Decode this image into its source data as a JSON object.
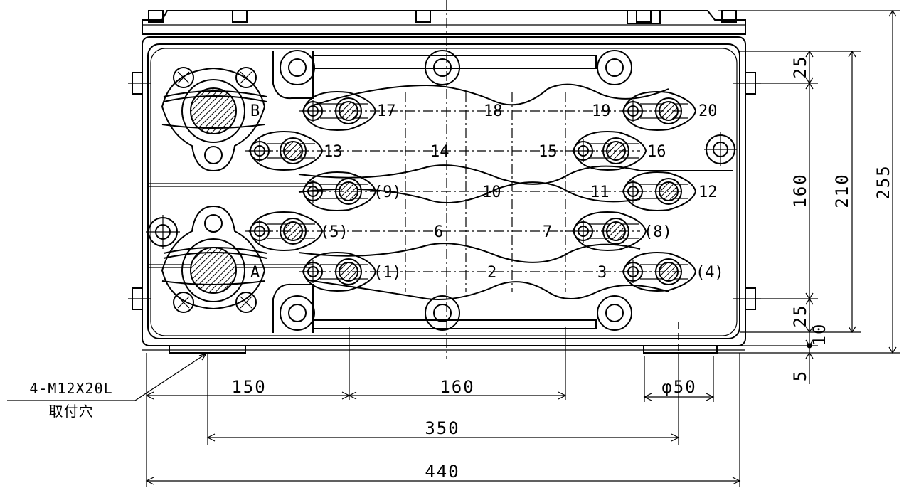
{
  "drawing": {
    "dimensions": {
      "top_spacing": "25",
      "center_spacing": "160",
      "bottom_spacing": "25",
      "inner_height": "210",
      "overall_height": "255",
      "bottom_offset_10": "10",
      "bottom_offset_5": "5",
      "hole_pitch_150": "150",
      "hole_pitch_160": "160",
      "pipe_diameter": "φ50",
      "mount_span_350": "350",
      "overall_width_440": "440"
    },
    "note": {
      "line1": "4-M12X20L",
      "line2": "取付穴"
    },
    "bushings": {
      "upper": "B",
      "lower": "A"
    },
    "terminals": {
      "t1": "(1)",
      "t2": "2",
      "t3": "3",
      "t4": "(4)",
      "t5": "(5)",
      "t6": "6",
      "t7": "7",
      "t8": "(8)",
      "t9": "(9)",
      "t10": "10",
      "t11": "11",
      "t12": "12",
      "t13": "13",
      "t14": "14",
      "t15": "15",
      "t16": "16",
      "t17": "17",
      "t18": "18",
      "t19": "19",
      "t20": "20"
    }
  }
}
